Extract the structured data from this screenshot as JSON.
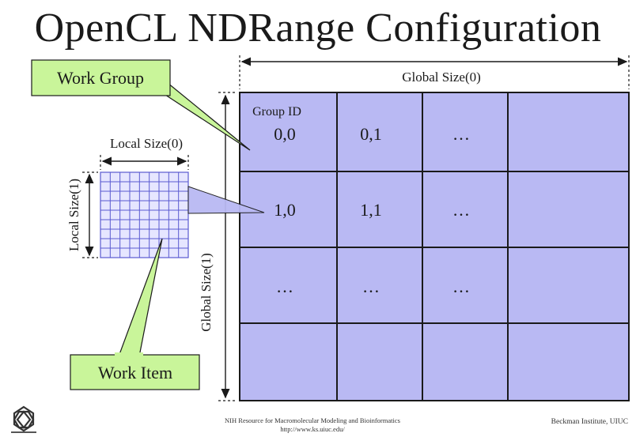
{
  "title": "OpenCL NDRange Configuration",
  "callouts": {
    "work_group": "Work Group",
    "work_item": "Work Item"
  },
  "dimensions": {
    "global_size_0": "Global Size(0)",
    "global_size_1": "Global Size(1)",
    "local_size_0": "Local Size(0)",
    "local_size_1": "Local Size(1)"
  },
  "grid": {
    "group_id_label": "Group ID",
    "rows": [
      [
        "0,0",
        "0,1",
        "…",
        ""
      ],
      [
        "1,0",
        "1,1",
        "…",
        ""
      ],
      [
        "…",
        "…",
        "…",
        ""
      ],
      [
        "",
        "",
        "",
        ""
      ]
    ]
  },
  "footer": {
    "center_line1": "NIH Resource for Macromolecular Modeling and Bioinformatics",
    "center_line2": "http://www.ks.uiuc.edu/",
    "right": "Beckman Institute, UIUC"
  },
  "colors": {
    "grid_fill": "#b9b9f3",
    "callout_fill": "#c9f59a",
    "small_grid_line": "#5a5ad0",
    "line": "#1a1a1a"
  }
}
